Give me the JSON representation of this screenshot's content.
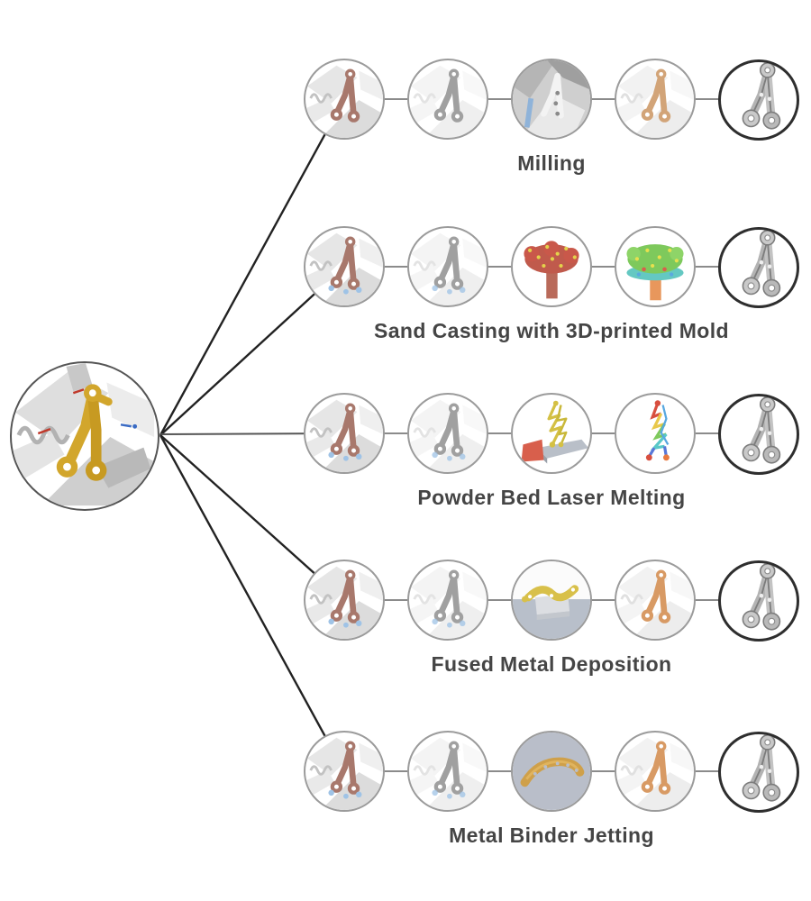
{
  "figure": {
    "kind": "manufacturing-process-comparison-diagram",
    "source_part": {
      "icon": "source-part-assembly-cad-icon"
    },
    "rows": [
      {
        "label": "Milling",
        "steps": [
          {
            "icon": "cad-context-highlighted-part-icon"
          },
          {
            "icon": "cad-isolated-part-icon"
          },
          {
            "icon": "milling-machining-photo-icon"
          },
          {
            "icon": "machined-part-in-context-icon"
          },
          {
            "icon": "final-metal-part-icon"
          }
        ]
      },
      {
        "label": "Sand Casting with 3D-printed Mold",
        "steps": [
          {
            "icon": "cad-context-highlighted-part-icon"
          },
          {
            "icon": "cad-isolated-part-icon"
          },
          {
            "icon": "casting-tree-model-icon"
          },
          {
            "icon": "casting-simulation-icon"
          },
          {
            "icon": "final-metal-part-icon"
          }
        ]
      },
      {
        "label": "Powder Bed Laser Melting",
        "steps": [
          {
            "icon": "cad-context-highlighted-part-icon"
          },
          {
            "icon": "cad-isolated-part-icon"
          },
          {
            "icon": "lattice-build-with-supports-icon"
          },
          {
            "icon": "lattice-simulation-icon"
          },
          {
            "icon": "final-metal-part-icon"
          }
        ]
      },
      {
        "label": "Fused Metal Deposition",
        "steps": [
          {
            "icon": "cad-context-highlighted-part-icon"
          },
          {
            "icon": "cad-isolated-part-icon"
          },
          {
            "icon": "deposition-build-platform-icon"
          },
          {
            "icon": "printed-part-in-context-icon"
          },
          {
            "icon": "final-metal-part-icon"
          }
        ]
      },
      {
        "label": "Metal Binder Jetting",
        "steps": [
          {
            "icon": "cad-context-highlighted-part-icon"
          },
          {
            "icon": "cad-isolated-part-icon"
          },
          {
            "icon": "binder-jetting-powder-bed-icon"
          },
          {
            "icon": "printed-part-in-context-icon"
          },
          {
            "icon": "final-metal-part-icon"
          }
        ]
      }
    ],
    "colors": {
      "label_text": "#454545",
      "circle_border": "#9b9b9b",
      "final_circle_border": "#2e2e2e",
      "connector_line": "#8b8b8b",
      "fan_line": "#222222",
      "highlight_part_red": "#a8786c",
      "gray_part": "#a0a0a0",
      "gold_part": "#d2a62c",
      "tan_part": "#d2a478",
      "orange_part": "#d89a64",
      "casting_red": "#c05a4c",
      "casting_yellow": "#e3d24b",
      "sim_green": "#7ec95c",
      "sim_teal": "#64c8c2",
      "sim_orange_trunk": "#e8975c",
      "support_red": "#d85f4c",
      "powder_blue_gray": "#b9bec9",
      "mill_blue_streak": "#8fb3d9",
      "load_dot_blue": "#9fc3e6"
    }
  }
}
